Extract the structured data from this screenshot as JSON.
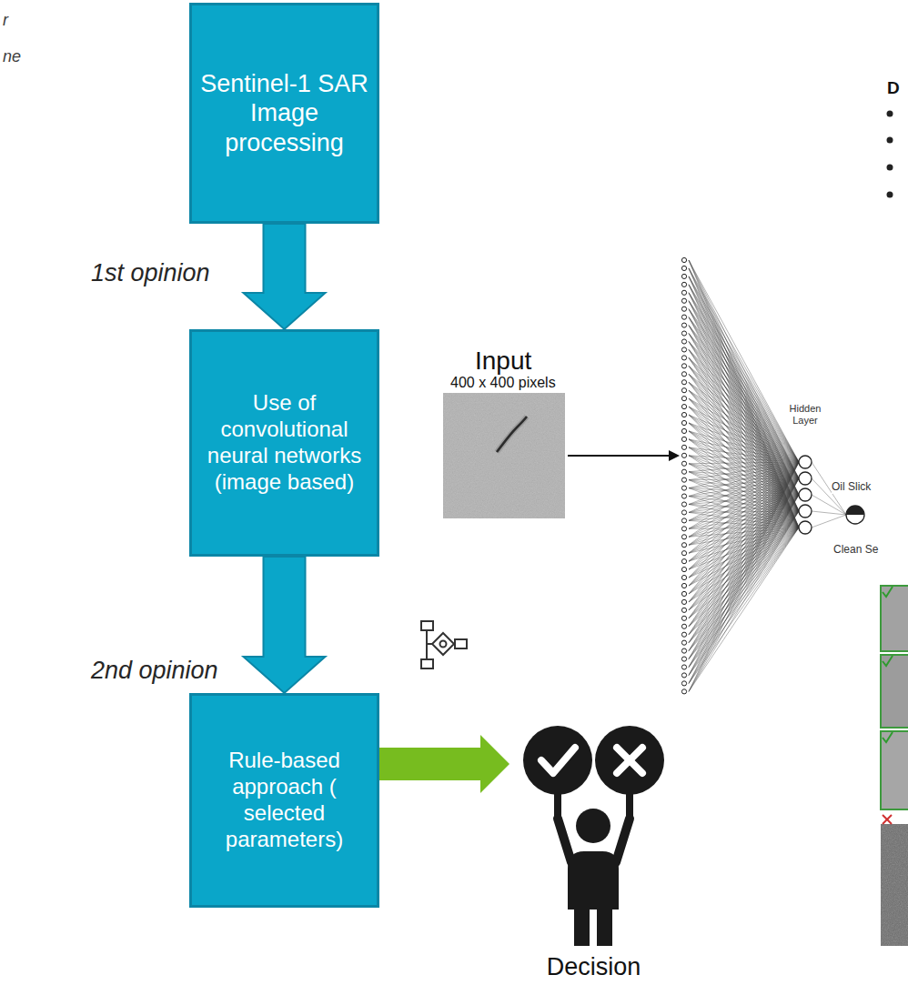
{
  "diagram": {
    "nodes": [
      {
        "text": [
          "Sentinel-1 SAR Image processing"
        ]
      },
      {
        "text": [
          "Use of convolutional neural networks (image based)"
        ]
      },
      {
        "text": [
          "Rule-based approach ( selected parameters)"
        ]
      },
      {
        "text": [
          "Decision"
        ]
      }
    ],
    "edges": [
      {
        "from": 0,
        "to": 1,
        "arrow": "to"
      },
      {
        "from": 1,
        "to": 2,
        "arrow": "to"
      },
      {
        "from": 2,
        "to": 3,
        "arrow": "to"
      }
    ],
    "labels": [
      "r",
      "ne",
      "D",
      "1st opinion",
      "Input",
      "400 x 400 pixels",
      "Hidden Layer",
      "Oil Slick",
      "Clean Se",
      "2nd opinion"
    ]
  }
}
